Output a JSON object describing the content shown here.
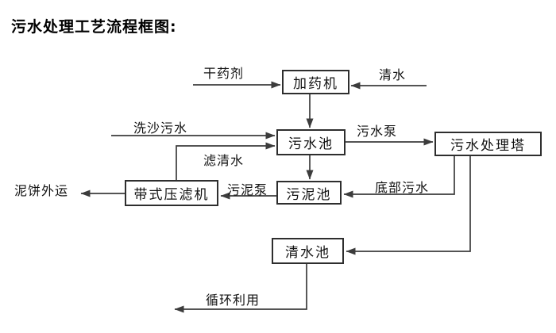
{
  "title": "污水处理工艺流程框图:",
  "diagram": {
    "nodes": {
      "dosing_machine": {
        "label": "加药机"
      },
      "sewage_pool": {
        "label": "污水池"
      },
      "treatment_tower": {
        "label": "污水处理塔"
      },
      "sludge_pool": {
        "label": "污泥池"
      },
      "belt_filter_press": {
        "label": "带式压滤机"
      },
      "clean_water_pool": {
        "label": "清水池"
      }
    },
    "flow_labels": {
      "dry_agent": "干药剂",
      "clean_water": "清水",
      "sand_washing_sewage": "洗沙污水",
      "filtered_water": "滤清水",
      "sewage_pump": "污水泵",
      "bottom_sewage": "底部污水",
      "sludge_pump": "污泥泵",
      "mud_cake_out": "泥饼外运",
      "recycling": "循环利用"
    },
    "colors": {
      "line": "#3c3c3c",
      "box_border": "#2e2e2e",
      "text": "#111111",
      "background": "#ffffff"
    }
  }
}
